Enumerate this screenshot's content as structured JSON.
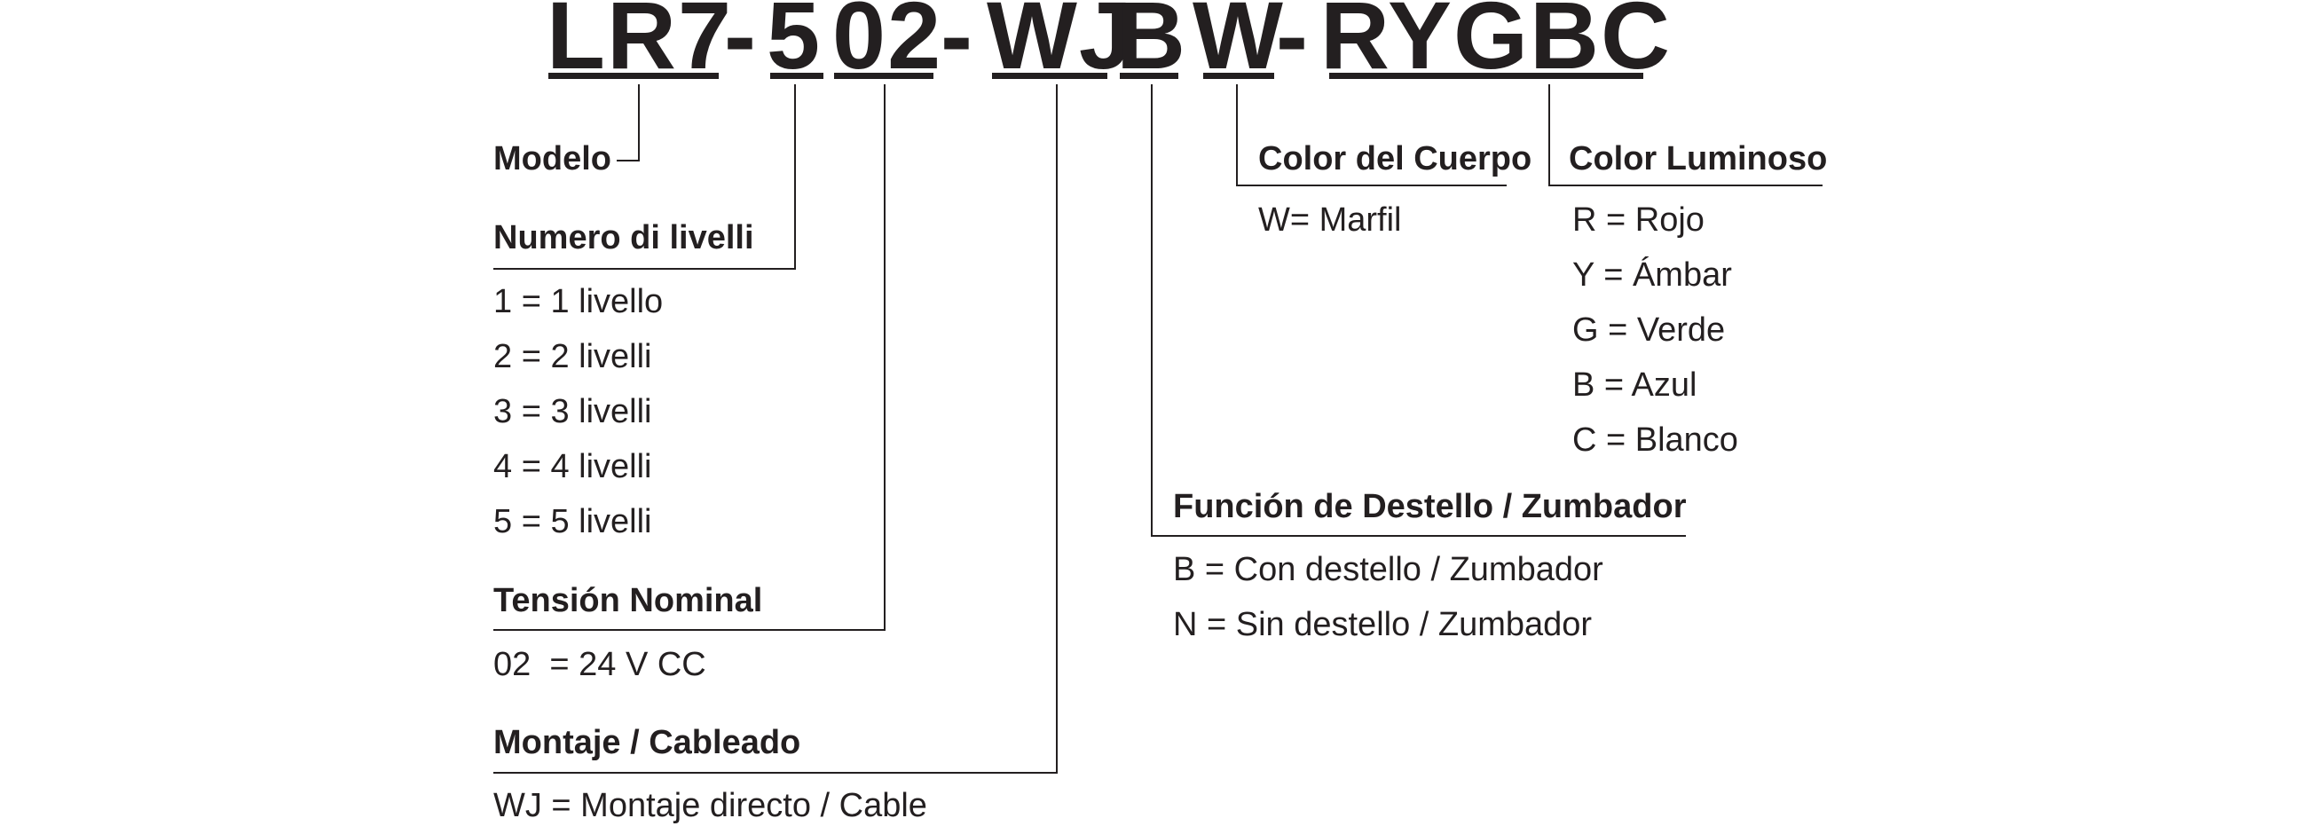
{
  "part_code": {
    "prefix": "LR7",
    "levels": "5",
    "voltage": "02",
    "mounting": "WJ",
    "function": "B",
    "body_color": "W",
    "light_colors": "RYGBC",
    "separator": "-"
  },
  "sections": {
    "model": {
      "heading": "Modelo"
    },
    "levels": {
      "heading": "Numero di livelli",
      "items": [
        "1 = 1 livello",
        "2 = 2 livelli",
        "3 = 3 livelli",
        "4 = 4 livelli",
        "5 = 5 livelli"
      ]
    },
    "voltage": {
      "heading": "Tensión Nominal",
      "items": [
        "02  = 24 V CC"
      ]
    },
    "mounting": {
      "heading": "Montaje / Cableado",
      "items": [
        "WJ = Montaje directo / Cable"
      ]
    },
    "function": {
      "heading": "Función de Destello / Zumbador",
      "items": [
        "B = Con destello / Zumbador",
        "N = Sin destello / Zumbador"
      ]
    },
    "body_color": {
      "heading": "Color del Cuerpo",
      "items": [
        "W= Marfil"
      ]
    },
    "light_colors": {
      "heading": "Color Luminoso",
      "items": [
        "R = Rojo",
        "Y = Ámbar",
        "G = Verde",
        "B = Azul",
        "C = Blanco"
      ]
    }
  }
}
